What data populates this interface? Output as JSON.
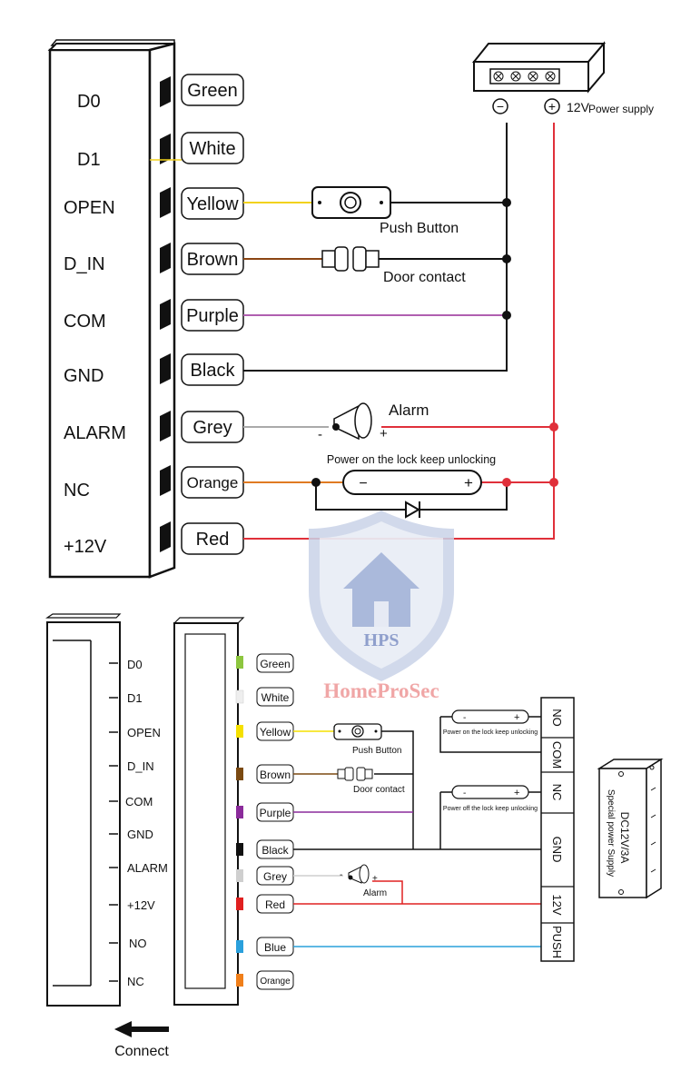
{
  "top": {
    "terminals": [
      "D0",
      "D1",
      "OPEN",
      "D_IN",
      "COM",
      "GND",
      "ALARM",
      "NC",
      "+12V"
    ],
    "wires": [
      {
        "label": "Green",
        "color": "#2ca02c"
      },
      {
        "label": "White",
        "color": "#cccccc"
      },
      {
        "label": "Yellow",
        "color": "#f2d21b"
      },
      {
        "label": "Brown",
        "color": "#8b4513"
      },
      {
        "label": "Purple",
        "color": "#b05fb0"
      },
      {
        "label": "Black",
        "color": "#111111"
      },
      {
        "label": "Grey",
        "color": "#aaaaaa"
      },
      {
        "label": "Orange",
        "color": "#e07b22"
      },
      {
        "label": "Red",
        "color": "#e0303a"
      }
    ],
    "push_button": "Push Button",
    "door_contact": "Door contact",
    "alarm": "Alarm",
    "alarm_minus": "-",
    "alarm_plus": "+",
    "lock_caption": "Power on the lock keep unlocking",
    "lock_minus": "−",
    "lock_plus": "+",
    "psu_minus": "−",
    "psu_plus": "+",
    "psu_voltage": "12V",
    "psu_label": "Power supply"
  },
  "watermark": {
    "initials": "HPS",
    "brand": "HomeProSec"
  },
  "bottom": {
    "terminals": [
      "D0",
      "D1",
      "OPEN",
      "D_IN",
      "COM",
      "GND",
      "ALARM",
      "+12V",
      "NO",
      "NC"
    ],
    "wires": [
      {
        "label": "Green",
        "color": "#8dc63f"
      },
      {
        "label": "White",
        "color": "#eeeeee"
      },
      {
        "label": "Yellow",
        "color": "#f5e000"
      },
      {
        "label": "Brown",
        "color": "#7b4a12"
      },
      {
        "label": "Purple",
        "color": "#8b2b9b"
      },
      {
        "label": "Black",
        "color": "#111111"
      },
      {
        "label": "Grey",
        "color": "#cfcfcf"
      },
      {
        "label": "Red",
        "color": "#e02020"
      },
      {
        "label": "Blue",
        "color": "#2aa0dc"
      },
      {
        "label": "Orange",
        "color": "#f07f1a"
      }
    ],
    "push_button": "Push Button",
    "door_contact": "Door contact",
    "alarm": "Alarm",
    "alarm_minus": "-",
    "alarm_plus": "+",
    "lock_on_caption": "Power on the lock keep unlocking",
    "lock_off_caption": "Power off the lock keep unlocking",
    "lock_minus": "-",
    "lock_plus": "+",
    "relay_terminals": [
      "NO",
      "COM",
      "NC",
      "GND",
      "12V",
      "PUSH"
    ],
    "psu_model": "DC12V/3A",
    "psu_label": "Special power Supply",
    "connect_label": "Connect"
  }
}
